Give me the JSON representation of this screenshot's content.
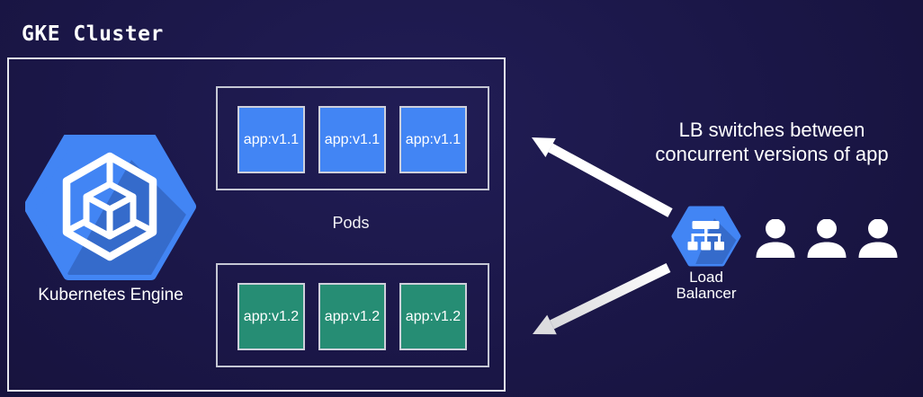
{
  "page": {
    "title": "GKE Cluster"
  },
  "cluster": {
    "engine": {
      "label": "Kubernetes Engine",
      "icon": "gke-hexagon-icon"
    },
    "pods_label": "Pods",
    "pod_groups": [
      {
        "name": "v1.1",
        "color": "#4285f4",
        "pods": [
          "app:v1.1",
          "app:v1.1",
          "app:v1.1"
        ]
      },
      {
        "name": "v1.2",
        "color": "#268d74",
        "pods": [
          "app:v1.2",
          "app:v1.2",
          "app:v1.2"
        ]
      }
    ]
  },
  "annotation": {
    "line1": "LB switches between",
    "line2": "concurrent versions of app"
  },
  "load_balancer": {
    "label_line1": "Load",
    "label_line2": "Balancer",
    "icon": "load-balancer-hexagon-icon"
  },
  "users": {
    "count": 3,
    "icon": "person-icon"
  },
  "colors": {
    "background": "#1a1646",
    "pod_blue": "#4285f4",
    "pod_green": "#268d74",
    "hexagon_blue": "#4285f4",
    "box_border": "#e6e7ee",
    "arrow_white": "#ffffff"
  }
}
